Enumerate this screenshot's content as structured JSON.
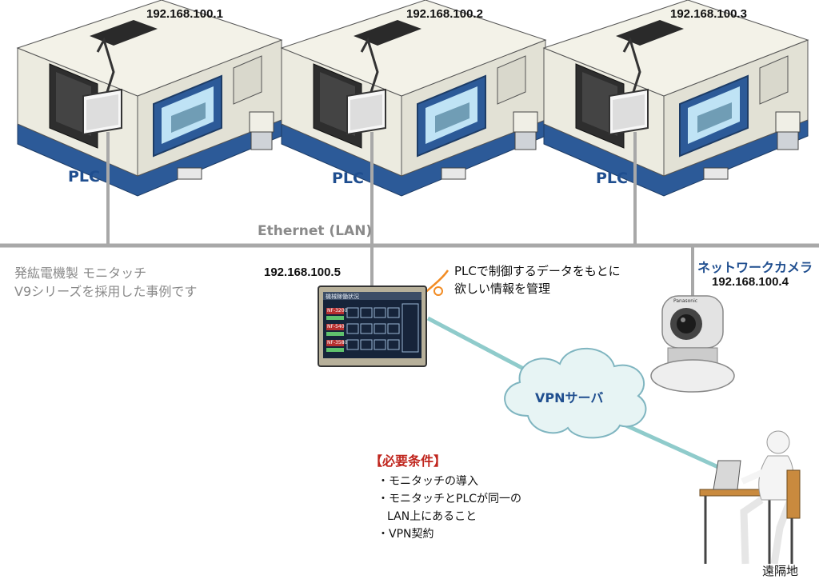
{
  "machines": [
    {
      "ip": "192.168.100.1",
      "label": "PLC"
    },
    {
      "ip": "192.168.100.2",
      "label": "PLC"
    },
    {
      "ip": "192.168.100.3",
      "label": "PLC"
    }
  ],
  "network": {
    "label": "Ethernet (LAN)"
  },
  "intro": {
    "line1": "発紘電機製 モニタッチ",
    "line2": "V9シリーズを採用した事例です"
  },
  "monitouch": {
    "ip": "192.168.100.5",
    "callout_line1": "PLCで制御するデータをもとに",
    "callout_line2": "欲しい情報を管理",
    "screen_header": "機械稼働状況",
    "rows": [
      "NF-3200",
      "NF-540",
      "NF-3580"
    ]
  },
  "camera": {
    "label": "ネットワークカメラ",
    "ip": "192.168.100.4",
    "brand": "Panasonic"
  },
  "vpn": {
    "label": "VPNサーバ"
  },
  "remote": {
    "label": "遠隔地"
  },
  "requirements": {
    "title": "【必要条件】",
    "items": [
      "・モニタッチの導入",
      "・モニタッチとPLCが同一の",
      "LAN上にあること",
      "・VPN契約"
    ]
  },
  "colors": {
    "plc": "#1f4e8f",
    "requirements_title": "#c0261e",
    "lan_line": "#a8a8a8",
    "vpn_line": "#8fcbcb",
    "cloud": "#e7f4f4"
  }
}
